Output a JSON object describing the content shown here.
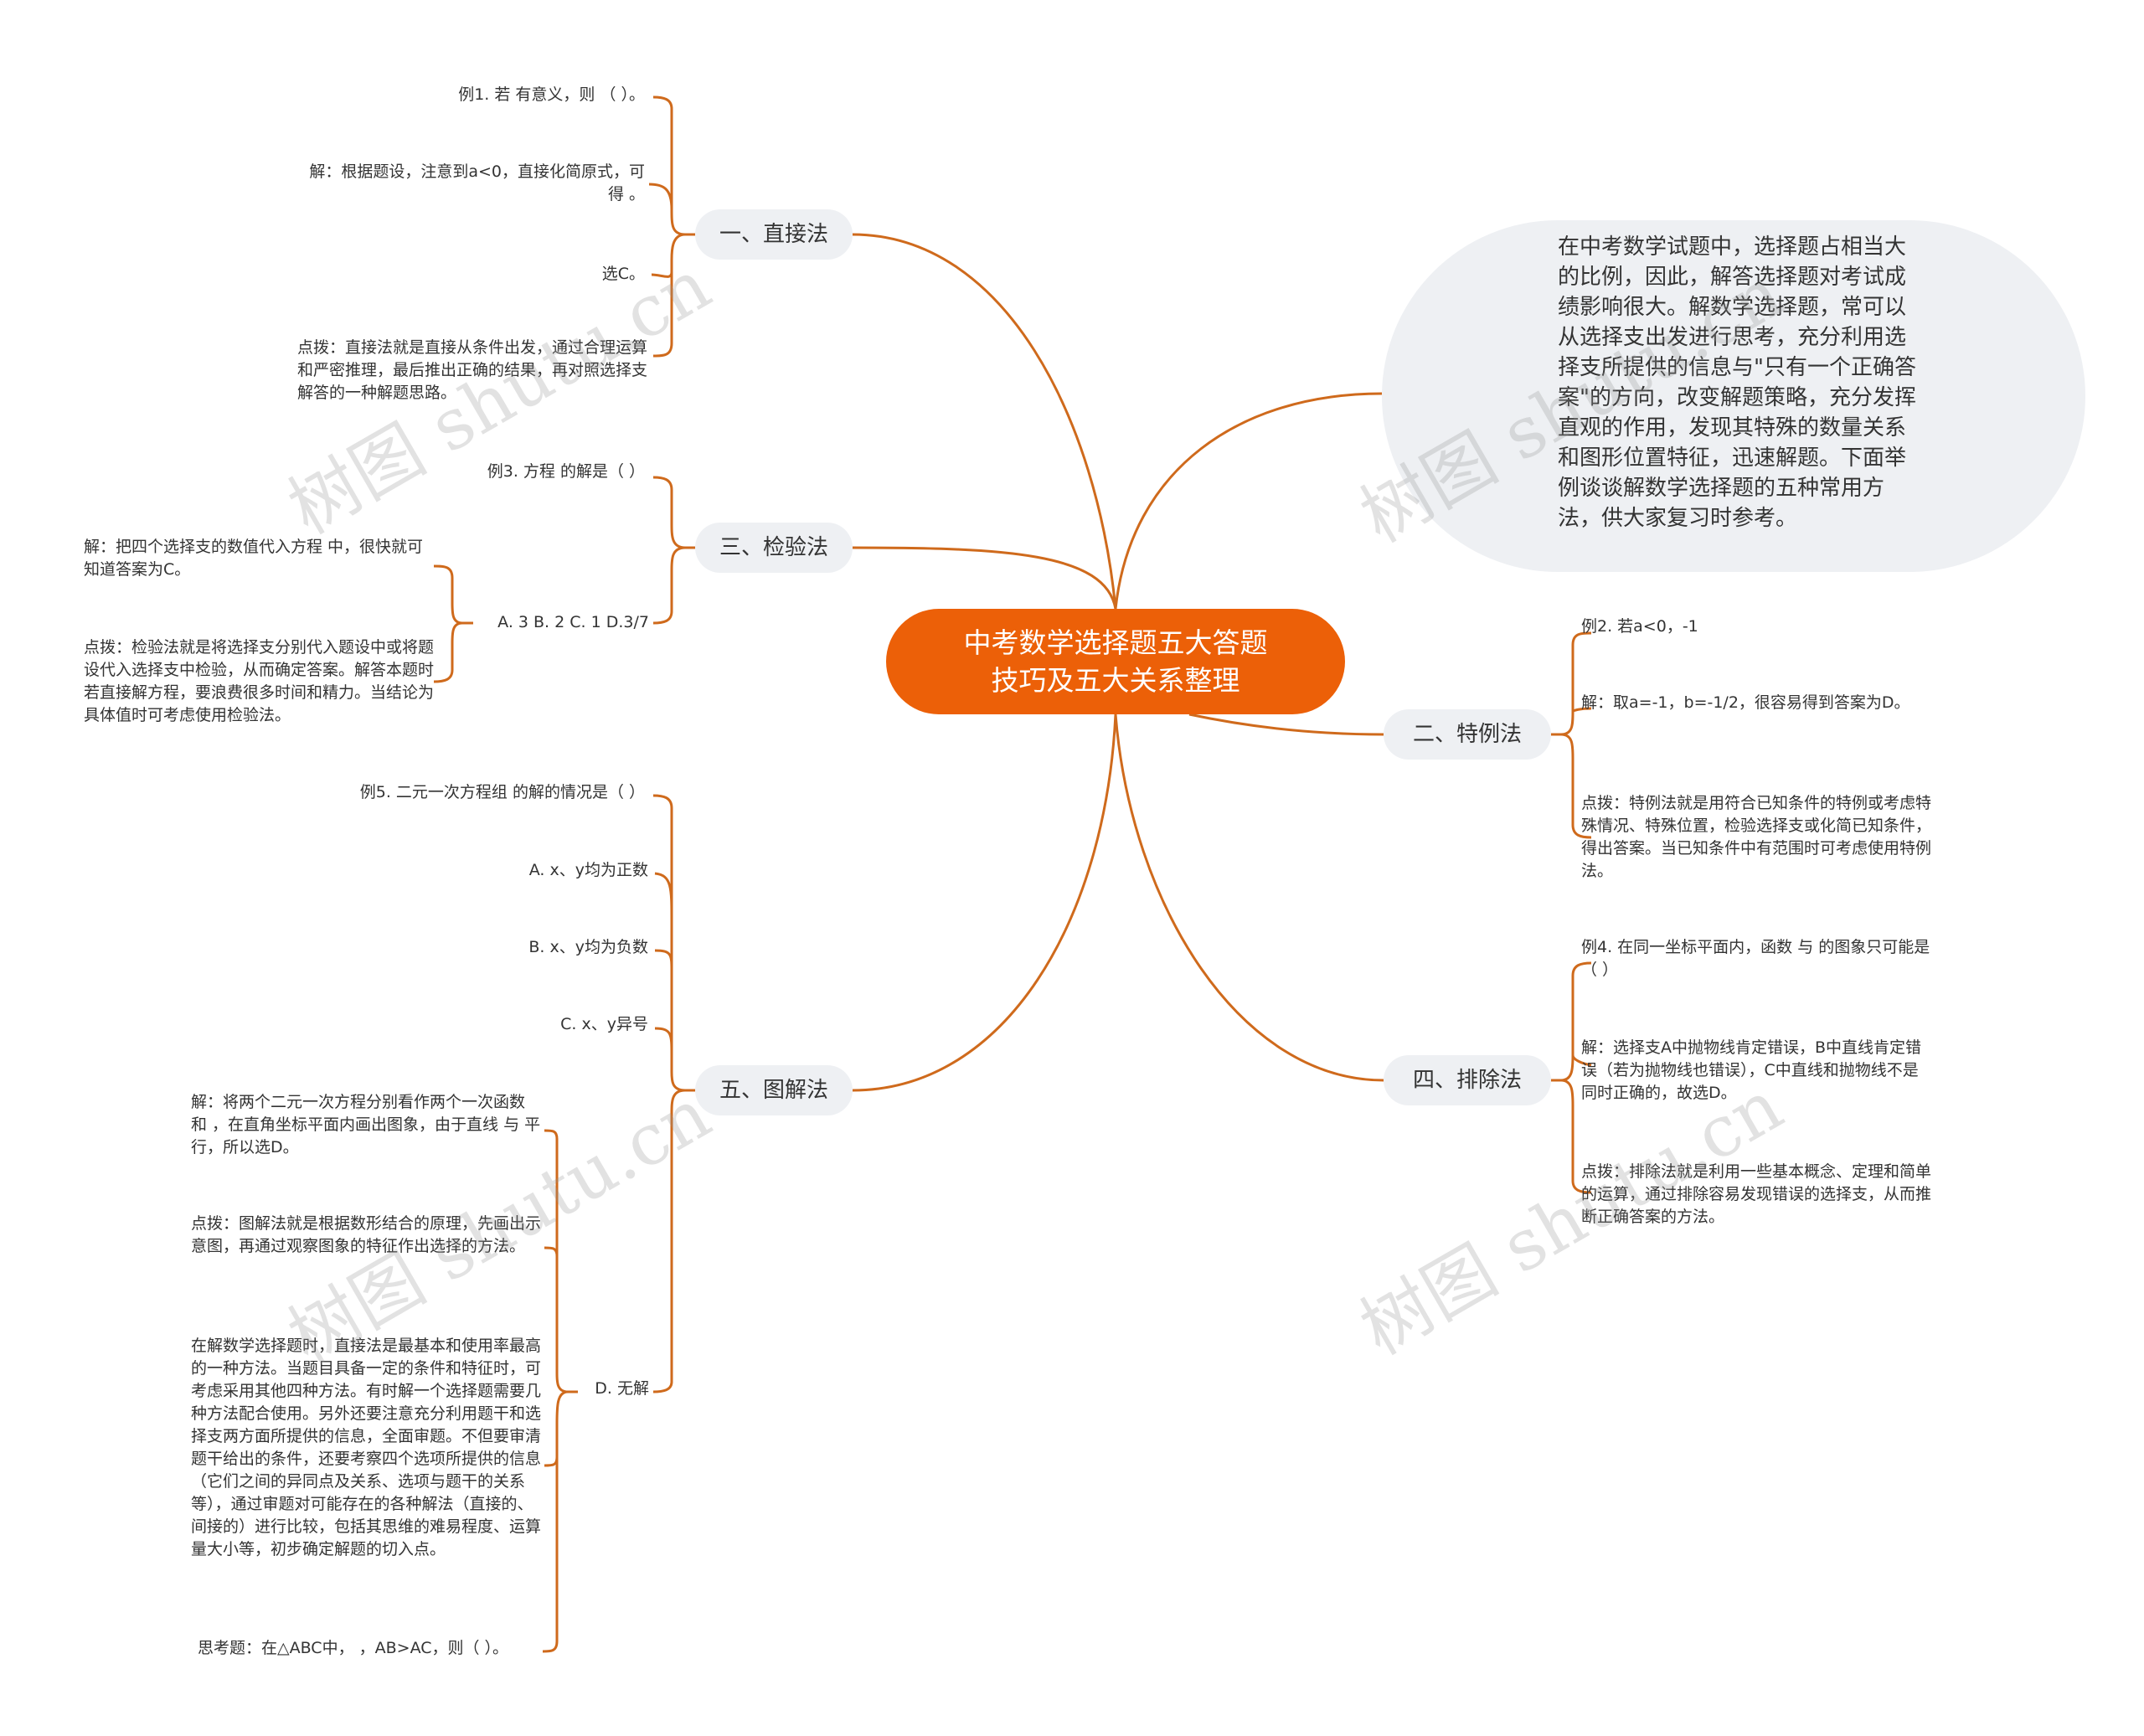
{
  "root": {
    "line1": "中考数学选择题五大答题",
    "line2": "技巧及五大关系整理"
  },
  "intro": "在中考数学试题中，选择题占相当大的比例，因此，解答选择题对考试成绩影响很大。解数学选择题，常可以从选择支出发进行思考，充分利用选择支所提供的信息与\"只有一个正确答案\"的方向，改变解题策略，充分发挥直观的作用，发现其特殊的数量关系和图形位置特征，迅速解题。下面举例谈谈解数学选择题的五种常用方法，供大家复习时参考。",
  "branches": {
    "b1": "一、直接法",
    "b2": "二、特例法",
    "b3": "三、检验法",
    "b4": "四、排除法",
    "b5": "五、图解法"
  },
  "leaves": {
    "b1_1": "例1. 若 有意义，则 （ ）。",
    "b1_2": "解：根据题设，注意到a<0，直接化简原式，可得 。",
    "b1_3": "选C。",
    "b1_4": "点拨：直接法就是直接从条件出发，通过合理运算和严密推理，最后推出正确的结果，再对照选择支解答的一种解题思路。",
    "b3_1": "例3. 方程 的解是（ ）",
    "b3_2": "A. 3 B. 2 C. 1 D.3/7",
    "b3_2a": "解：把四个选择支的数值代入方程 中，很快就可知道答案为C。",
    "b3_2b": "点拨：检验法就是将选择支分别代入题设中或将题设代入选择支中检验，从而确定答案。解答本题时若直接解方程，要浪费很多时间和精力。当结论为具体值时可考虑使用检验法。",
    "b5_1": "例5. 二元一次方程组 的解的情况是（ ）",
    "b5_2": "A. x、y均为正数",
    "b5_3": "B. x、y均为负数",
    "b5_4": "C. x、y异号",
    "b5_5": "D. 无解",
    "b5_5a": "解：将两个二元一次方程分别看作两个一次函数 和 ，在直角坐标平面内画出图象，由于直线 与 平行，所以选D。",
    "b5_5b": "点拨：图解法就是根据数形结合的原理，先画出示意图，再通过观察图象的特征作出选择的方法。",
    "b5_5c": "在解数学选择题时，直接法是最基本和使用率最高的一种方法。当题目具备一定的条件和特征时，可考虑采用其他四种方法。有时解一个选择题需要几种方法配合使用。另外还要注意充分利用题干和选择支两方面所提供的信息，全面审题。不但要审清题干给出的条件，还要考察四个选项所提供的信息（它们之间的异同点及关系、选项与题干的关系等），通过审题对可能存在的各种解法（直接的、间接的）进行比较，包括其思维的难易程度、运算量大小等，初步确定解题的切入点。",
    "b5_5d": "思考题：在△ABC中， ，AB>AC，则（ ）。",
    "b2_1": "例2. 若a<0，-1",
    "b2_2": "解：取a=-1，b=-1/2，很容易得到答案为D。",
    "b2_3": "点拨：特例法就是用符合已知条件的特例或考虑特殊情况、特殊位置，检验选择支或化简已知条件，得出答案。当已知条件中有范围时可考虑使用特例法。",
    "b4_1": "例4. 在同一坐标平面内，函数 与 的图象只可能是（ ）",
    "b4_2": "解：选择支A中抛物线肯定错误，B中直线肯定错误（若为抛物线也错误），C中直线和抛物线不是同时正确的，故选D。",
    "b4_3": "点拨：排除法就是利用一些基本概念、定理和简单的运算，通过排除容易发现错误的选择支，从而推断正确答案的方法。"
  },
  "watermark": "树图 shutu.cn",
  "colors": {
    "root": "#ec6008",
    "line": "#d2691e",
    "node_bg": "#eef0f3",
    "text": "#333333"
  }
}
